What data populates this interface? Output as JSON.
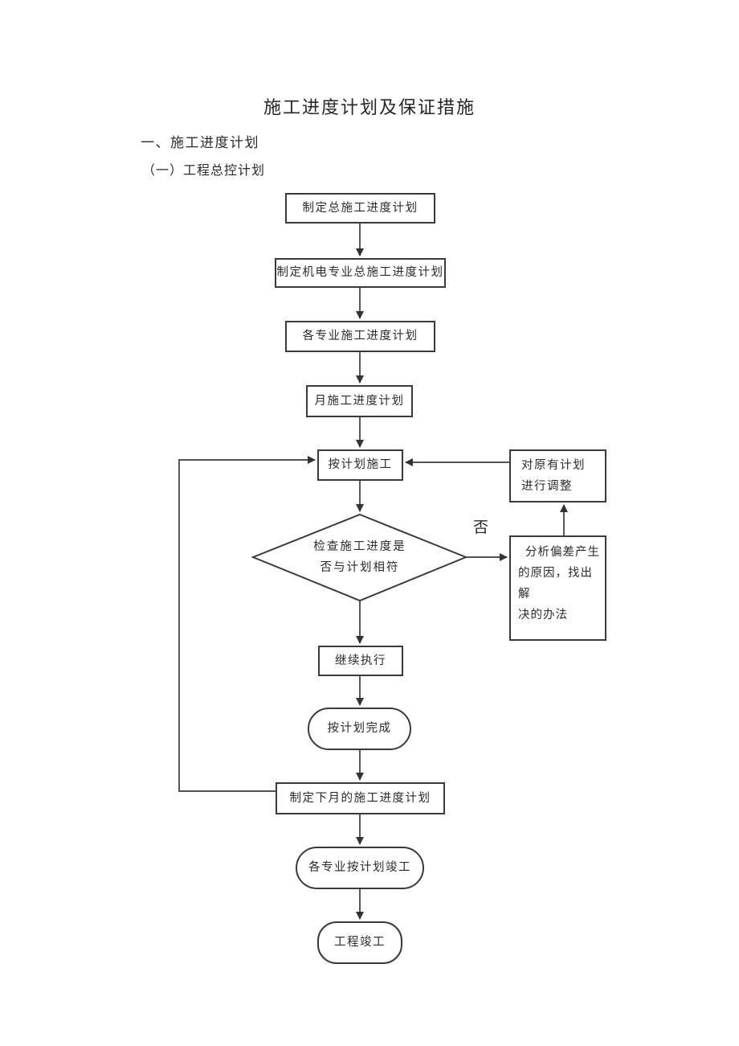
{
  "document": {
    "title": "施工进度计划及保证措施",
    "section_heading": "一、施工进度计划",
    "subsection_heading": "（一）工程总控计划"
  },
  "flowchart": {
    "nodes": {
      "make_master_plan": {
        "label": "制定总施工进度计划",
        "shape": "rect"
      },
      "make_mep_plan": {
        "label": "制定机电专业总施工进度计划",
        "shape": "rect"
      },
      "per_trade_plan": {
        "label": "各专业施工进度计划",
        "shape": "rect"
      },
      "monthly_plan": {
        "label": "月施工进度计划",
        "shape": "rect"
      },
      "execute_plan": {
        "label": "按计划施工",
        "shape": "rect"
      },
      "check_progress": {
        "label": "检查施工进度是\n否与计划相符",
        "shape": "diamond"
      },
      "adjust_plan": {
        "label": "对原有计划\n进行调整",
        "shape": "rect"
      },
      "analyze_deviation": {
        "label": "分析偏差产生\n的原因，找出解\n决的办法",
        "shape": "rect"
      },
      "continue_execution": {
        "label": "继续执行",
        "shape": "rect"
      },
      "complete_on_plan": {
        "label": "按计划完成",
        "shape": "stadium"
      },
      "next_month_plan": {
        "label": "制定下月的施工进度计划",
        "shape": "rect"
      },
      "trades_finish": {
        "label": "各专业按计划竣工",
        "shape": "stadium"
      },
      "project_finish": {
        "label": "工程竣工",
        "shape": "stadium"
      }
    },
    "edge_labels": {
      "no": "否"
    },
    "colors": {
      "line": "#333333",
      "text": "#2b2b2b",
      "background": "#ffffff"
    }
  }
}
